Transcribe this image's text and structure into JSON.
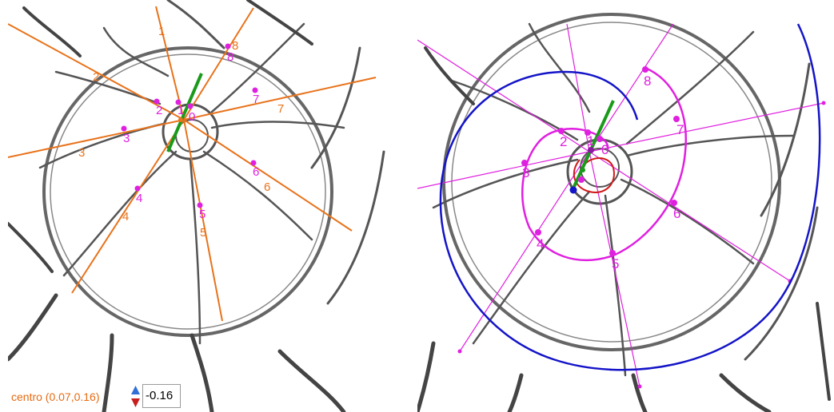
{
  "left_panel": {
    "ray_labels": [
      "1",
      "2",
      "3",
      "4",
      "5",
      "6",
      "7",
      "8"
    ],
    "point_labels": [
      "0",
      "1",
      "2",
      "3",
      "4",
      "5",
      "6",
      "7",
      "8"
    ],
    "center_readout": "centro (0.07,0.16)",
    "input_value": "-0.16",
    "colors": {
      "rays": "#e8731c",
      "points": "#e020e0",
      "axis": "#1a9a1a"
    }
  },
  "right_panel": {
    "point_labels": [
      "0",
      "1",
      "2",
      "3",
      "4",
      "5",
      "6",
      "7",
      "8"
    ],
    "colors": {
      "spiral": "#e020e0",
      "outer_spiral": "#1414c8",
      "inner_spiral": "#d01818",
      "axis": "#1a9a1a"
    }
  },
  "icons": {
    "stepper_up": "triangle-up-icon",
    "stepper_down": "triangle-down-icon"
  }
}
